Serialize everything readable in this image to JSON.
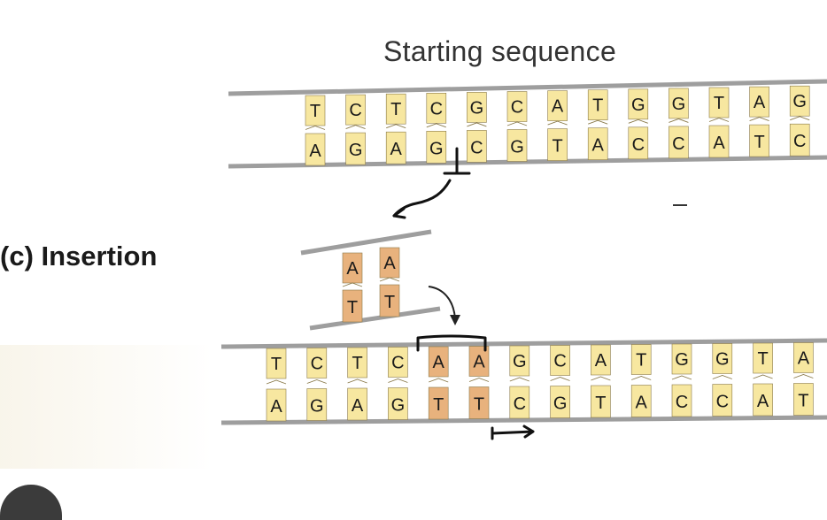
{
  "title": "Starting sequence",
  "section_label": "(c)  Insertion",
  "colors": {
    "normal_base": "#f7e7a0",
    "inserted_base": "#e8b27d",
    "backbone": "#9e9e9e",
    "ink": "#111111"
  },
  "starting_sequence": {
    "top": [
      "T",
      "C",
      "T",
      "C",
      "G",
      "C",
      "A",
      "T",
      "G",
      "G",
      "T",
      "A",
      "G"
    ],
    "bottom": [
      "A",
      "G",
      "A",
      "G",
      "C",
      "G",
      "T",
      "A",
      "C",
      "C",
      "A",
      "T",
      "C"
    ]
  },
  "insert_fragment": {
    "top": [
      "A",
      "A"
    ],
    "bottom": [
      "T",
      "T"
    ]
  },
  "mutated_sequence": {
    "top": [
      "T",
      "C",
      "T",
      "C",
      "A",
      "A",
      "G",
      "C",
      "A",
      "T",
      "G",
      "G",
      "T",
      "A"
    ],
    "bottom": [
      "A",
      "G",
      "A",
      "G",
      "T",
      "T",
      "C",
      "G",
      "T",
      "A",
      "C",
      "C",
      "A",
      "T"
    ],
    "inserted": [
      false,
      false,
      false,
      false,
      true,
      true,
      false,
      false,
      false,
      false,
      false,
      false,
      false,
      false
    ]
  }
}
